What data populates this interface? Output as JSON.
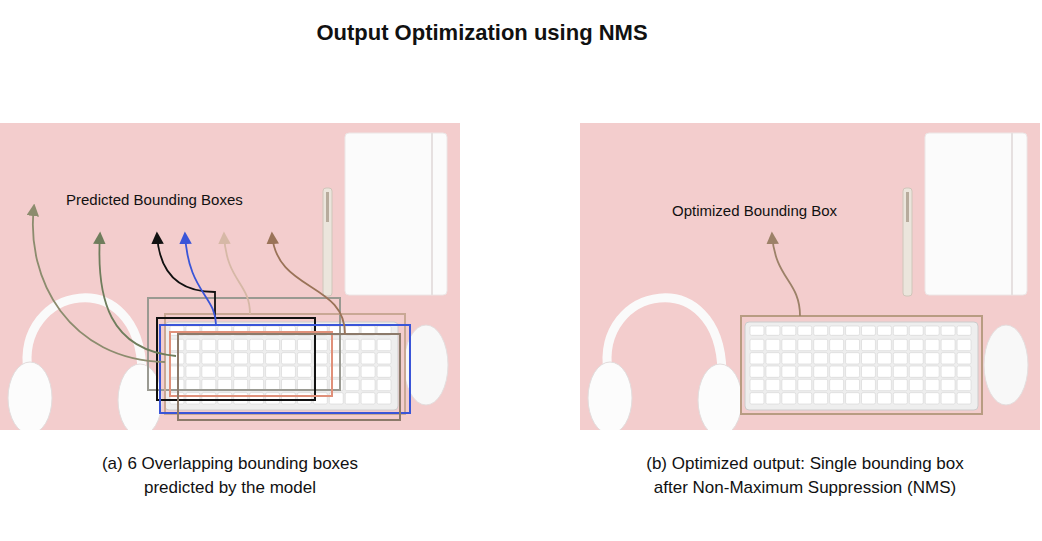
{
  "diagram": {
    "title": "Output Optimization using NMS",
    "labels": [
      "Predicted Bounding Boxes",
      "(a) 6 Overlapping bounding boxes predicted by the model",
      "Optimized Bounding Box",
      "(b) Optimized output: Single bounding box after Non-Maximum Suppression (NMS)"
    ]
  }
}
